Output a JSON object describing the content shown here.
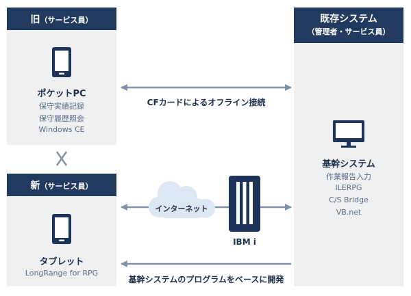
{
  "old": {
    "header_main": "旧",
    "header_sub": "（サービス員）",
    "device_title": "ポケットPC",
    "device_lines": [
      "保守実績記録",
      "保守履歴照会",
      "Windows CE"
    ]
  },
  "new": {
    "header_main": "新",
    "header_sub": "（サービス員）",
    "device_title": "タブレット",
    "device_lines": [
      "LongRange for RPG"
    ]
  },
  "existing": {
    "header_main": "既存システム",
    "header_sub": "（管理者・サービス員）",
    "title": "基幹システム",
    "lines": [
      "作業報告入力",
      "ILERPG",
      "C/S Bridge",
      "VB.net"
    ]
  },
  "connections": {
    "cf_card": "CFカードによるオフライン接続",
    "internet": "インターネット",
    "server": "IBM i",
    "develop": "基幹システムのプログラムをベースに開発"
  },
  "colors": {
    "header_bg": "#213a5e",
    "panel_bg": "#eef0f2",
    "arrow": "#8191a8",
    "icon": "#1e3358",
    "cloud": "#dde6f3"
  }
}
